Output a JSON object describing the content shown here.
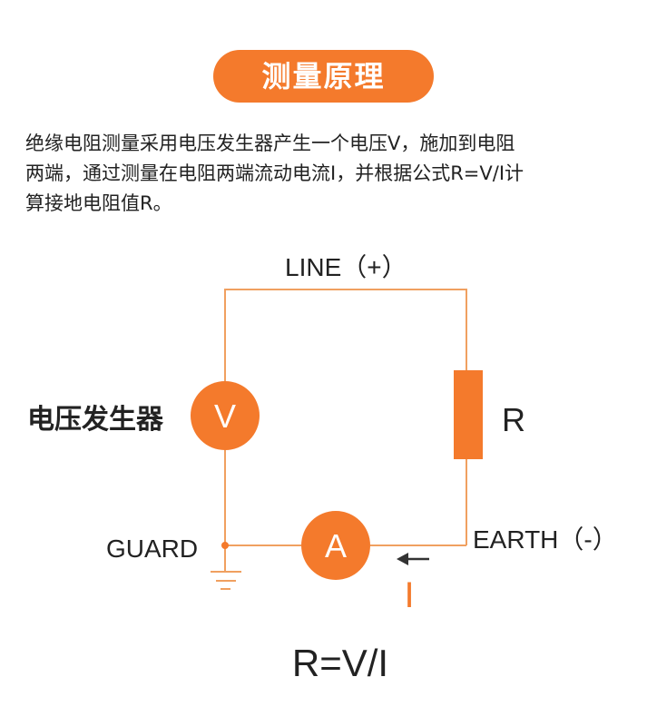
{
  "title": "测量原理",
  "description_lines": [
    "绝缘电阻测量采用电压发生器产生一个电压V，施加到电阻",
    "两端，通过测量在电阻两端流动电流I，并根据公式R=V/I计",
    "算接地电阻值R。"
  ],
  "diagram": {
    "line_label": "LINE（+）",
    "earth_label": "EARTH（-）",
    "guard_label": "GUARD",
    "generator_label": "电压发生器",
    "voltmeter_symbol": "V",
    "ammeter_symbol": "A",
    "resistor_symbol": "R",
    "current_symbol": "I",
    "formula": "R=V/I"
  },
  "colors": {
    "accent": "#f47a2c",
    "wire": "#f0a060",
    "text": "#222222"
  }
}
